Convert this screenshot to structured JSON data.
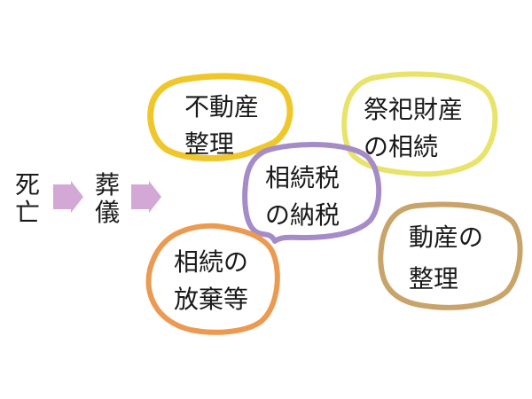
{
  "flow": {
    "step1": "死\n亡",
    "step1_chars": [
      "死",
      "亡"
    ],
    "step2_chars": [
      "葬",
      "儀"
    ],
    "arrow_color": "#d3a8d6"
  },
  "bubbles": [
    {
      "id": "real-estate",
      "line1": "不動産",
      "line2": "整理",
      "color": "#f0c72b"
    },
    {
      "id": "ritual-property",
      "line1": "祭祀財産",
      "line2": "の相続",
      "color": "#e8e36a"
    },
    {
      "id": "inheritance-tax",
      "line1": "相続税",
      "line2": "の納税",
      "color": "#a58cc8"
    },
    {
      "id": "renunciation",
      "line1": "相続の",
      "line2": "放棄等",
      "color": "#ec9a52"
    },
    {
      "id": "movable-property",
      "line1": "動産の",
      "line2": "整理",
      "color": "#c9a46a"
    }
  ]
}
